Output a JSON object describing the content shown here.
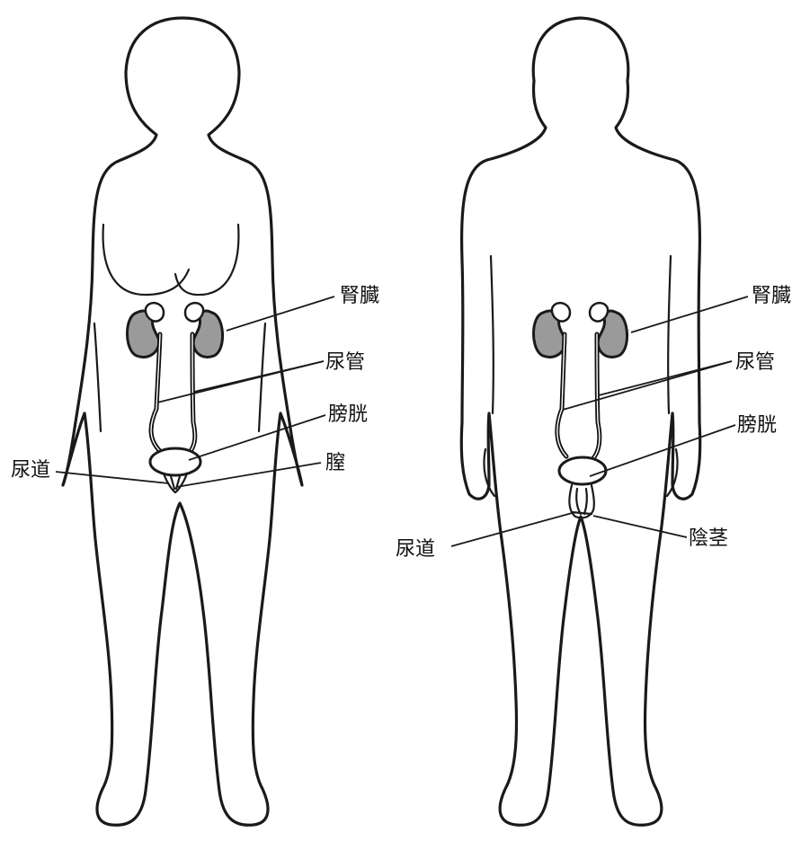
{
  "female": {
    "labels": {
      "kidney": "腎臓",
      "ureter": "尿管",
      "bladder": "膀胱",
      "vagina": "膣",
      "urethra": "尿道"
    }
  },
  "male": {
    "labels": {
      "kidney": "腎臓",
      "ureter": "尿管",
      "bladder": "膀胱",
      "urethra": "尿道",
      "penis": "陰茎"
    }
  }
}
